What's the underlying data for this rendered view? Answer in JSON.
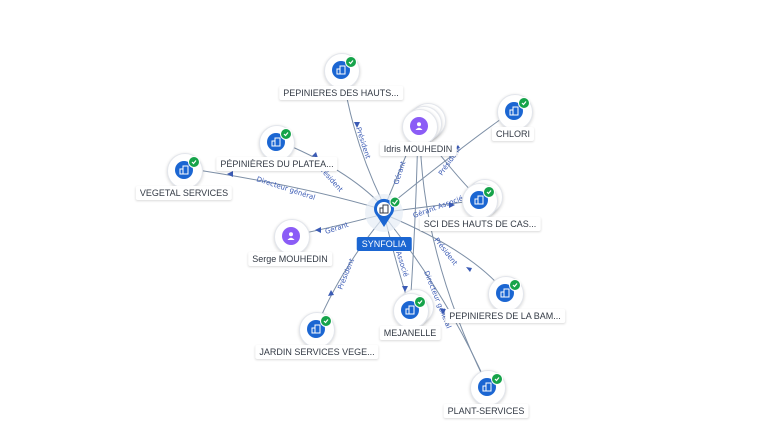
{
  "center": {
    "label": "SYNFOLIA",
    "icon": "building-icon"
  },
  "nodes": [
    {
      "id": "pepinieres-hauts",
      "label": "PEPINIERES DES HAUTS...",
      "type": "company"
    },
    {
      "id": "chlori",
      "label": "CHLORI",
      "type": "company"
    },
    {
      "id": "idris",
      "label": "Idris MOUHEDIN",
      "type": "person"
    },
    {
      "id": "pepinieres-plateau",
      "label": "PÉPINIÈRES DU PLATEA...",
      "type": "company"
    },
    {
      "id": "vegetal",
      "label": "VEGETAL SERVICES",
      "type": "company"
    },
    {
      "id": "sci",
      "label": "SCI DES HAUTS DE CAS...",
      "type": "company"
    },
    {
      "id": "serge",
      "label": "Serge MOUHEDIN",
      "type": "person"
    },
    {
      "id": "pepinieres-bam",
      "label": "PEPINIERES DE LA BAM...",
      "type": "company"
    },
    {
      "id": "mejanelle",
      "label": "MEJANELLE",
      "type": "company"
    },
    {
      "id": "jardin",
      "label": "JARDIN SERVICES VEGE...",
      "type": "company"
    },
    {
      "id": "plant",
      "label": "PLANT-SERVICES",
      "type": "company"
    }
  ],
  "edges": [
    {
      "to": "pepinieres-hauts",
      "label": "Président"
    },
    {
      "to": "pepinieres-plateau",
      "label": "Président"
    },
    {
      "to": "vegetal",
      "label": "Directeur général"
    },
    {
      "to": "serge",
      "label": "Gérant"
    },
    {
      "to": "idris",
      "label": "Gérant"
    },
    {
      "to": "chlori",
      "label": "Président"
    },
    {
      "to": "sci",
      "label": "Gérant Associé"
    },
    {
      "to": "pepinieres-bam",
      "label": "Président"
    },
    {
      "to": "mejanelle",
      "label": "Associé"
    },
    {
      "to": "plant",
      "label": "Directeur général"
    },
    {
      "to": "jardin",
      "label": "Président"
    }
  ],
  "colors": {
    "company": "#1b66d2",
    "person": "#8b5cf6",
    "check": "#16a34a",
    "edge": "#7d8fa6",
    "edge_label": "#3b5bb5"
  }
}
